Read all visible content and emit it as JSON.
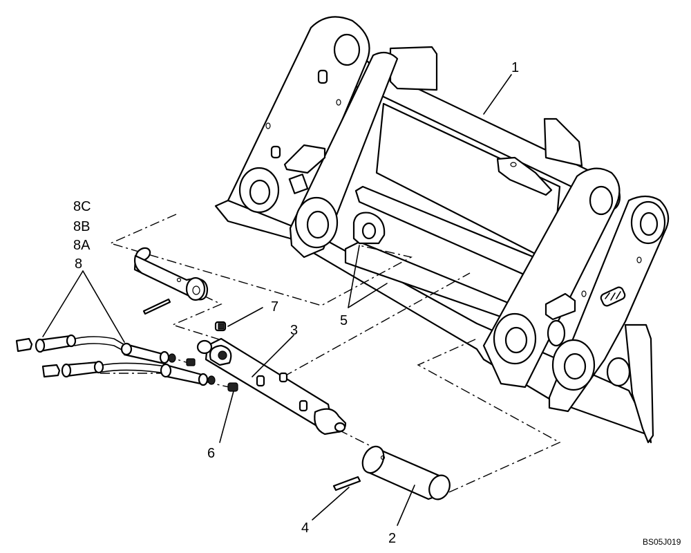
{
  "diagram": {
    "callouts": {
      "c1": "1",
      "c2": "2",
      "c3": "3",
      "c4": "4",
      "c5": "5",
      "c6": "6",
      "c7": "7",
      "c8": "8",
      "c8a": "8A",
      "c8b": "8B",
      "c8c": "8C"
    },
    "drawing_code": "BS05J019"
  }
}
